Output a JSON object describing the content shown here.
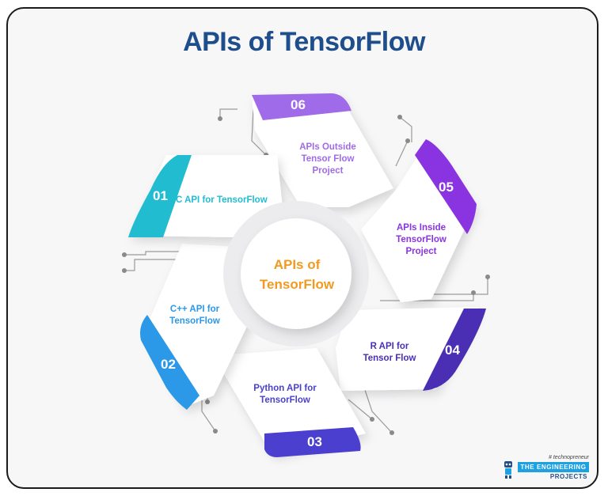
{
  "title": "APIs of TensorFlow",
  "center": {
    "line1": "APIs of",
    "line2": "TensorFlow"
  },
  "segments": [
    {
      "number": "01",
      "label": [
        "C API for TensorFlow"
      ],
      "color": "#22bcd0"
    },
    {
      "number": "02",
      "label": [
        "C++ API for",
        "TensorFlow"
      ],
      "color": "#2c98e8"
    },
    {
      "number": "03",
      "label": [
        "Python API for",
        "TensorFlow"
      ],
      "color": "#4b3fcf"
    },
    {
      "number": "04",
      "label": [
        "R API for",
        "Tensor Flow"
      ],
      "color": "#4a2fb5"
    },
    {
      "number": "05",
      "label": [
        "APIs Inside",
        "TensorFlow",
        "Project"
      ],
      "color": "#8a33e0"
    },
    {
      "number": "06",
      "label": [
        "APIs Outside",
        "Tensor Flow",
        "Project"
      ],
      "color": "#a06be8"
    }
  ],
  "logo": {
    "tagline": "# technopreneur",
    "name": "THE ENGINEERING",
    "sub": "PROJECTS"
  },
  "colors": {
    "title": "#1f4e8c",
    "center_text": "#f29a1f",
    "connector": "#9a9a9a"
  }
}
